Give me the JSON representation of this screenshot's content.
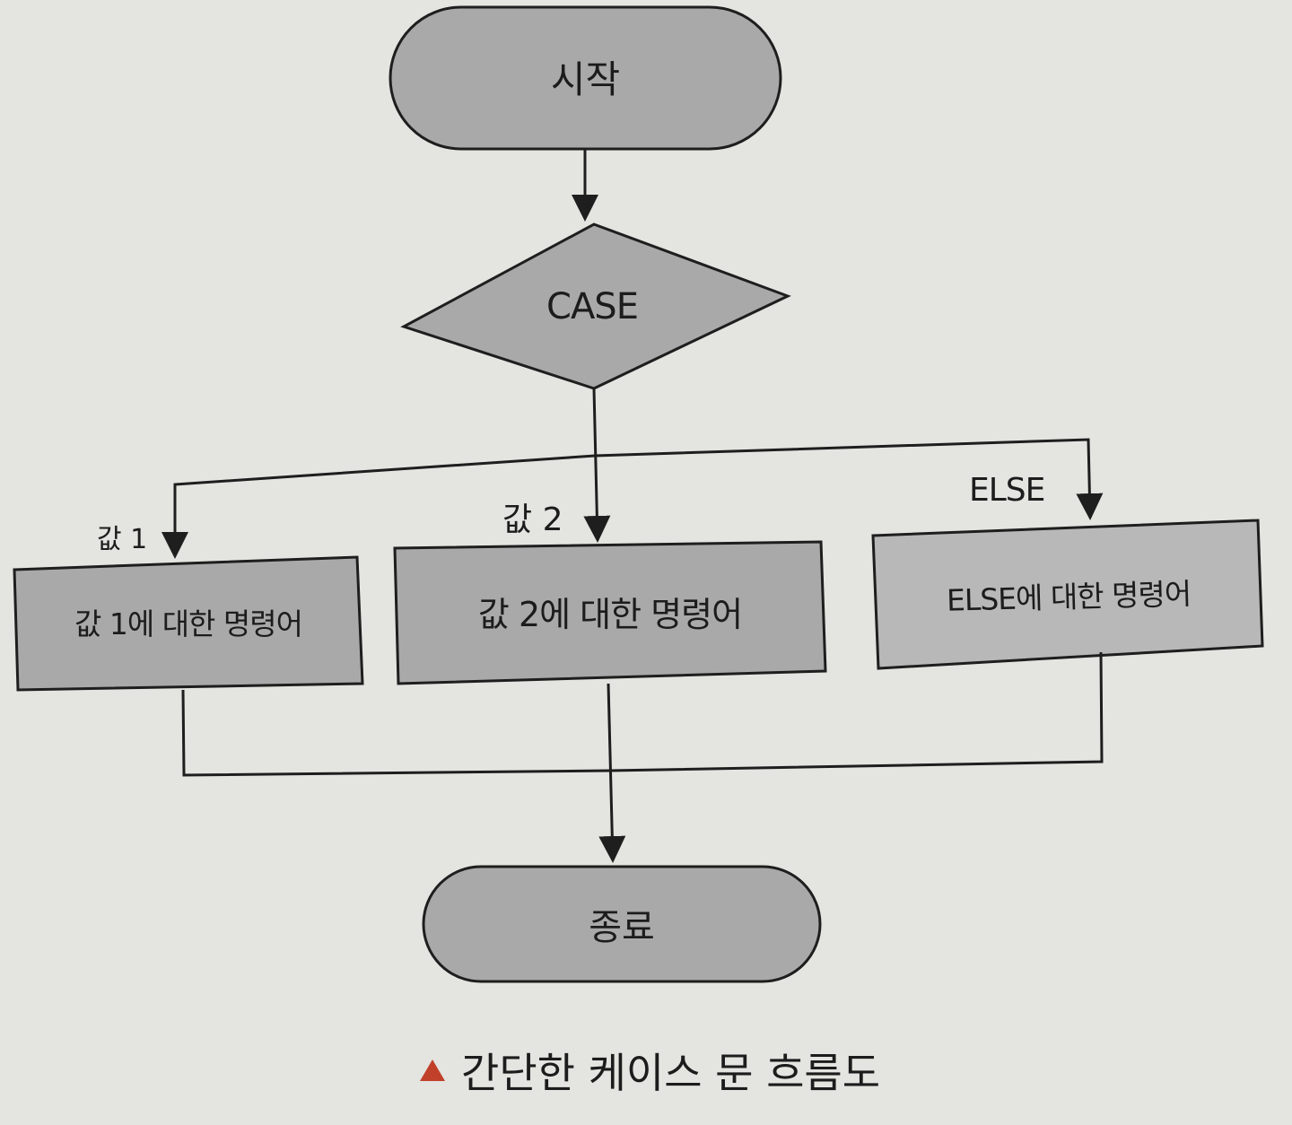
{
  "nodes": {
    "start": "시작",
    "decision": "CASE",
    "process1": "값 1에 대한 명령어",
    "process2": "값 2에 대한 명령어",
    "process3": "ELSE에 대한 명령어",
    "end": "종료"
  },
  "branches": {
    "value1": "값 1",
    "value2": "값 2",
    "else": "ELSE"
  },
  "caption": "간단한 케이스 문 흐름도",
  "colors": {
    "shape_fill": "#a9a9a9",
    "shape_fill_light": "#b8b8b8",
    "outline": "#1e1e1e",
    "caption_marker": "#c0402a"
  }
}
